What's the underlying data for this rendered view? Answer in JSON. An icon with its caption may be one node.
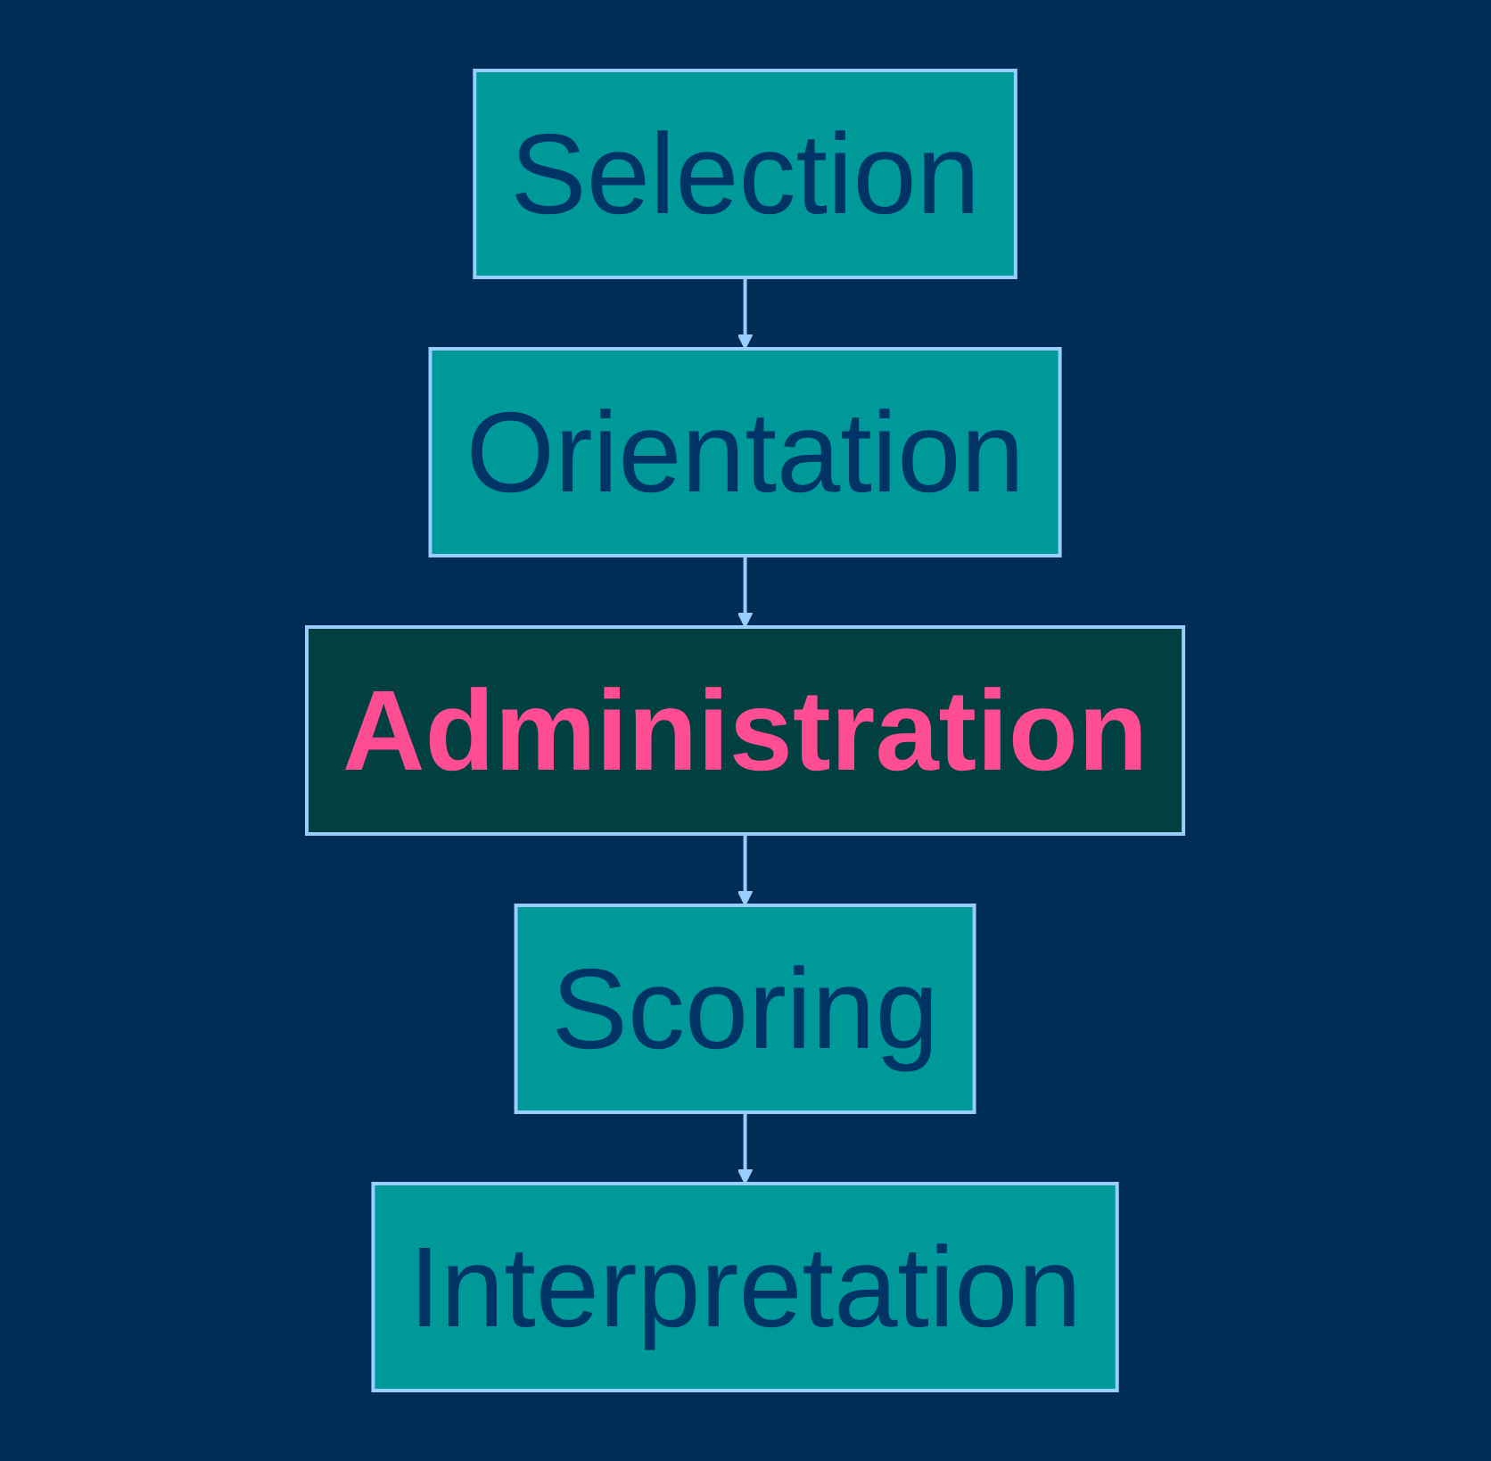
{
  "diagram": {
    "nodes": [
      {
        "text": [
          "Selection"
        ]
      },
      {
        "text": [
          "Orientation"
        ]
      },
      {
        "text": [
          "Administration"
        ]
      },
      {
        "text": [
          "Scoring"
        ]
      },
      {
        "text": [
          "Interpretation"
        ]
      }
    ],
    "edges": [
      {
        "from": 0,
        "to": 1,
        "arrow": "to"
      },
      {
        "from": 1,
        "to": 2,
        "arrow": "to"
      },
      {
        "from": 2,
        "to": 3,
        "arrow": "to"
      },
      {
        "from": 3,
        "to": 4,
        "arrow": "to"
      }
    ]
  }
}
